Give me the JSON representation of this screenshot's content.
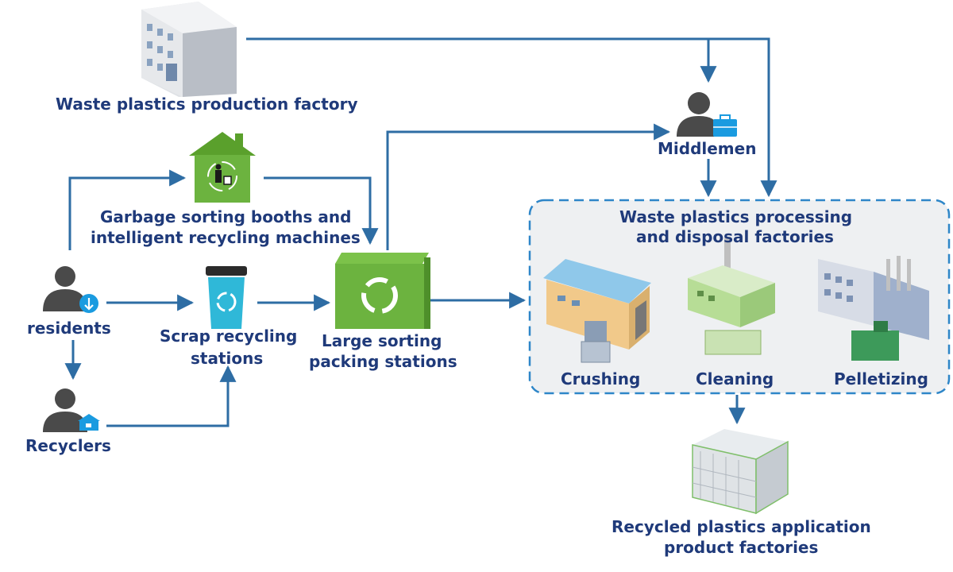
{
  "nodes": {
    "production_factory": "Waste plastics production factory",
    "middlemen": "Middlemen",
    "booths_line1": "Garbage sorting booths and",
    "booths_line2": "intelligent recycling machines",
    "residents": "residents",
    "scrap_line1": "Scrap recycling",
    "scrap_line2": "stations",
    "large_line1": "Large sorting",
    "large_line2": "packing stations",
    "recyclers": "Recyclers",
    "processing_line1": "Waste plastics processing",
    "processing_line2": "and disposal factories",
    "crushing": "Crushing",
    "cleaning": "Cleaning",
    "pelletizing": "Pelletizing",
    "application_line1": "Recycled plastics application",
    "application_line2": "product factories"
  },
  "colors": {
    "arrow": "#2e6da4",
    "text": "#1f3a7a",
    "green": "#6cb33f",
    "green_dark": "#4e8f2a",
    "person": "#4a4a4a",
    "badge": "#1a9be0",
    "box_fill": "#eef0f2",
    "box_border": "#2e86c8"
  },
  "icons": {
    "building": "office-building-icon",
    "person": "person-icon",
    "house": "recycling-house-icon",
    "bin": "recycling-bin-icon",
    "crate": "recycling-crate-icon",
    "factory": "factory-icon"
  }
}
